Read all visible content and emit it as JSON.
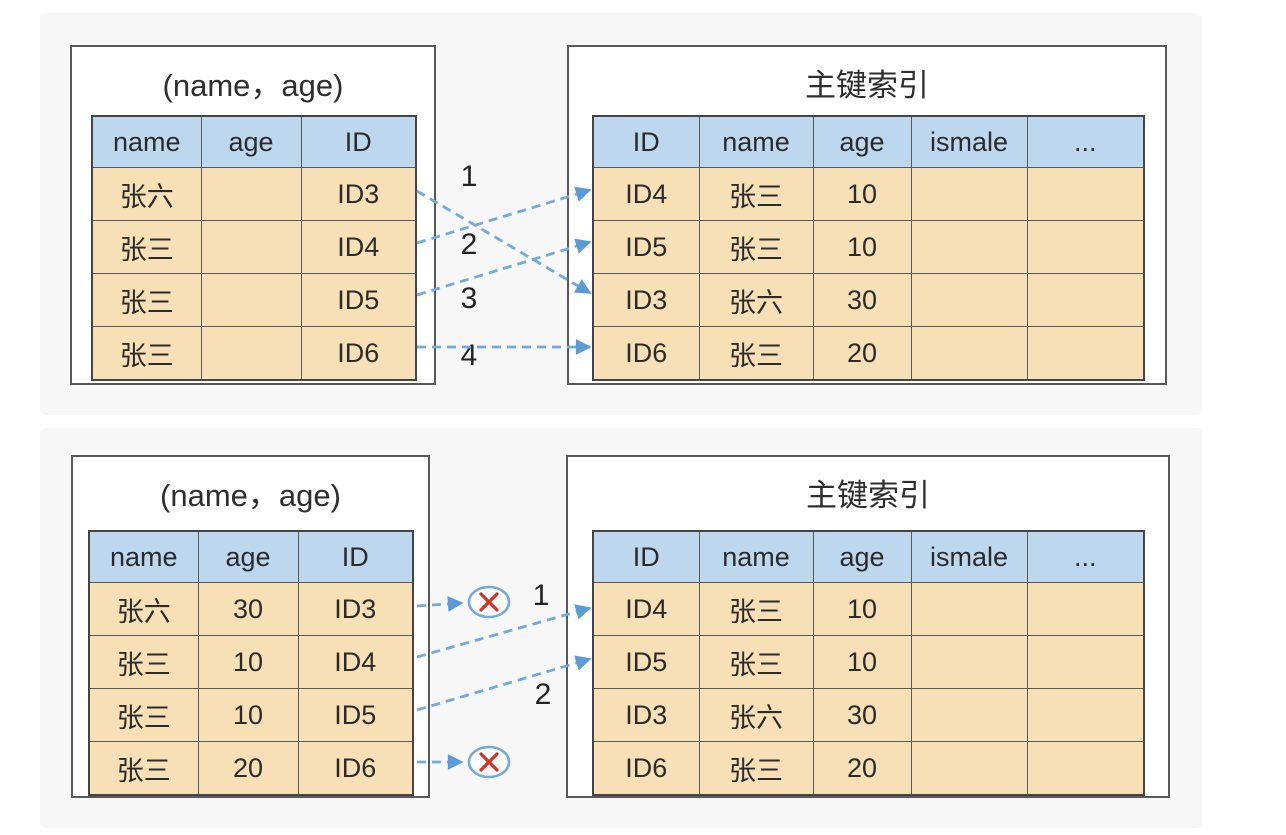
{
  "colors": {
    "arrow_blue": "#72a9de",
    "arrowhead_blue": "#5b9bd5",
    "header_blue": "#bdd7ee",
    "row_tan": "#f7e0b5",
    "reject_red": "#d93025",
    "panel_border": "#58595b",
    "section_bg": "#f7f7f8"
  },
  "diagram_top": {
    "index_table": {
      "title": "(name，age)",
      "columns": [
        "name",
        "age",
        "ID"
      ],
      "rows": [
        [
          "张六",
          "",
          "ID3"
        ],
        [
          "张三",
          "",
          "ID4"
        ],
        [
          "张三",
          "",
          "ID5"
        ],
        [
          "张三",
          "",
          "ID6"
        ]
      ]
    },
    "primary_table": {
      "title": "主键索引",
      "columns": [
        "ID",
        "name",
        "age",
        "ismale",
        "..."
      ],
      "rows": [
        [
          "ID4",
          "张三",
          "10",
          "",
          ""
        ],
        [
          "ID5",
          "张三",
          "10",
          "",
          ""
        ],
        [
          "ID3",
          "张六",
          "30",
          "",
          ""
        ],
        [
          "ID6",
          "张三",
          "20",
          "",
          ""
        ]
      ]
    },
    "step_labels": [
      "1",
      "2",
      "3",
      "4"
    ]
  },
  "diagram_bottom": {
    "index_table": {
      "title": "(name，age)",
      "columns": [
        "name",
        "age",
        "ID"
      ],
      "rows": [
        [
          "张六",
          "30",
          "ID3"
        ],
        [
          "张三",
          "10",
          "ID4"
        ],
        [
          "张三",
          "10",
          "ID5"
        ],
        [
          "张三",
          "20",
          "ID6"
        ]
      ]
    },
    "primary_table": {
      "title": "主键索引",
      "columns": [
        "ID",
        "name",
        "age",
        "ismale",
        "..."
      ],
      "rows": [
        [
          "ID4",
          "张三",
          "10",
          "",
          ""
        ],
        [
          "ID5",
          "张三",
          "10",
          "",
          ""
        ],
        [
          "ID3",
          "张六",
          "30",
          "",
          ""
        ],
        [
          "ID6",
          "张三",
          "20",
          "",
          ""
        ]
      ]
    },
    "step_labels": [
      "1",
      "2"
    ]
  }
}
